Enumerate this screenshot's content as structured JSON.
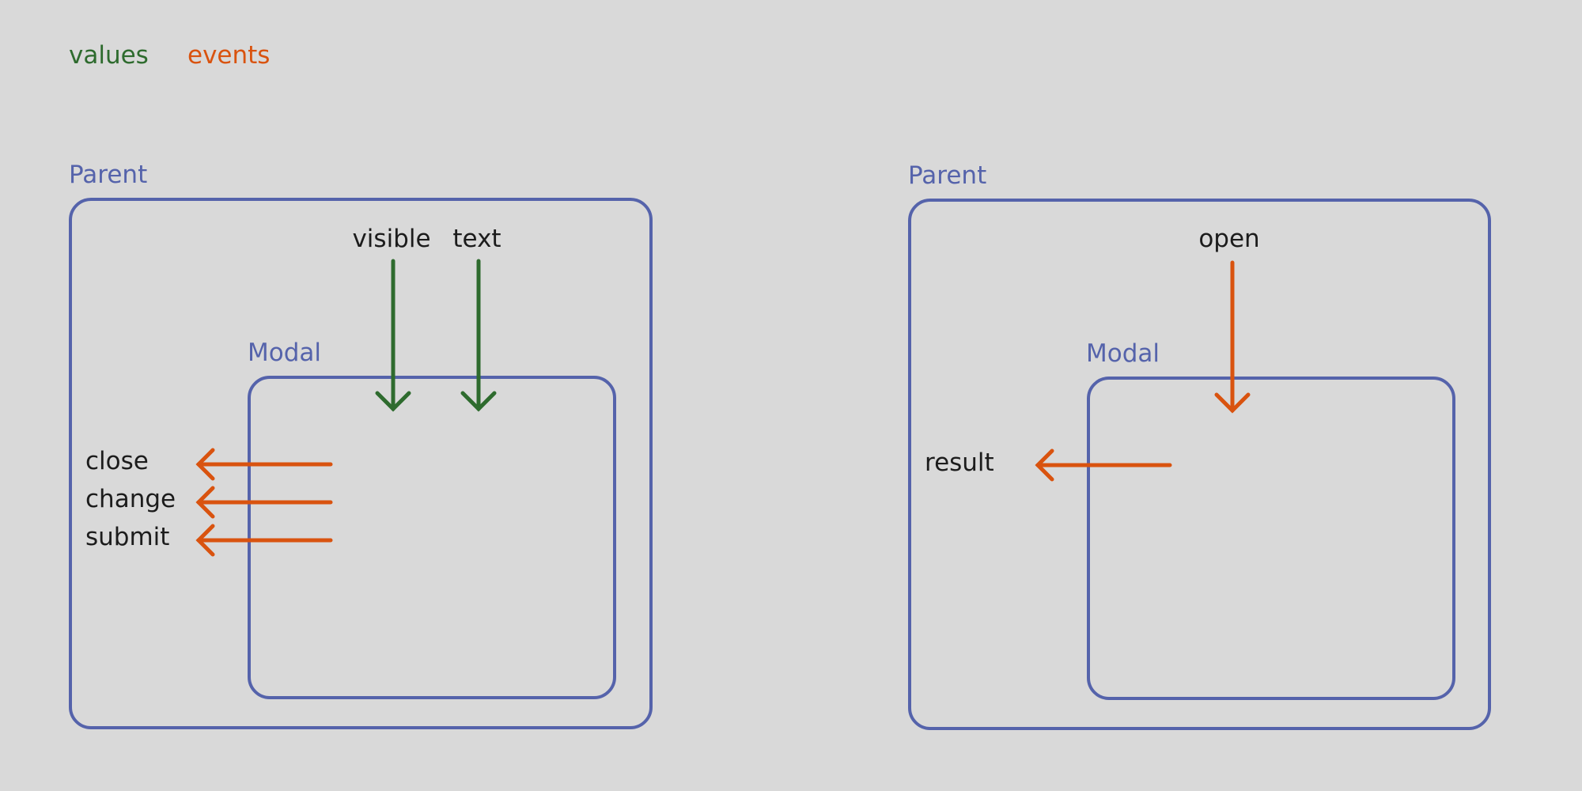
{
  "colors": {
    "background": "#d9d9d9",
    "values": "#2e6b2e",
    "events": "#d9530f",
    "box": "#5563ab",
    "text": "#1c1c1c"
  },
  "legend": {
    "values_label": "values",
    "events_label": "events"
  },
  "left_diagram": {
    "parent_label": "Parent",
    "modal_label": "Modal",
    "value_props": [
      "visible",
      "text"
    ],
    "event_outputs": [
      "close",
      "change",
      "submit"
    ]
  },
  "right_diagram": {
    "parent_label": "Parent",
    "modal_label": "Modal",
    "event_inputs": [
      "open"
    ],
    "event_outputs": [
      "result"
    ]
  }
}
